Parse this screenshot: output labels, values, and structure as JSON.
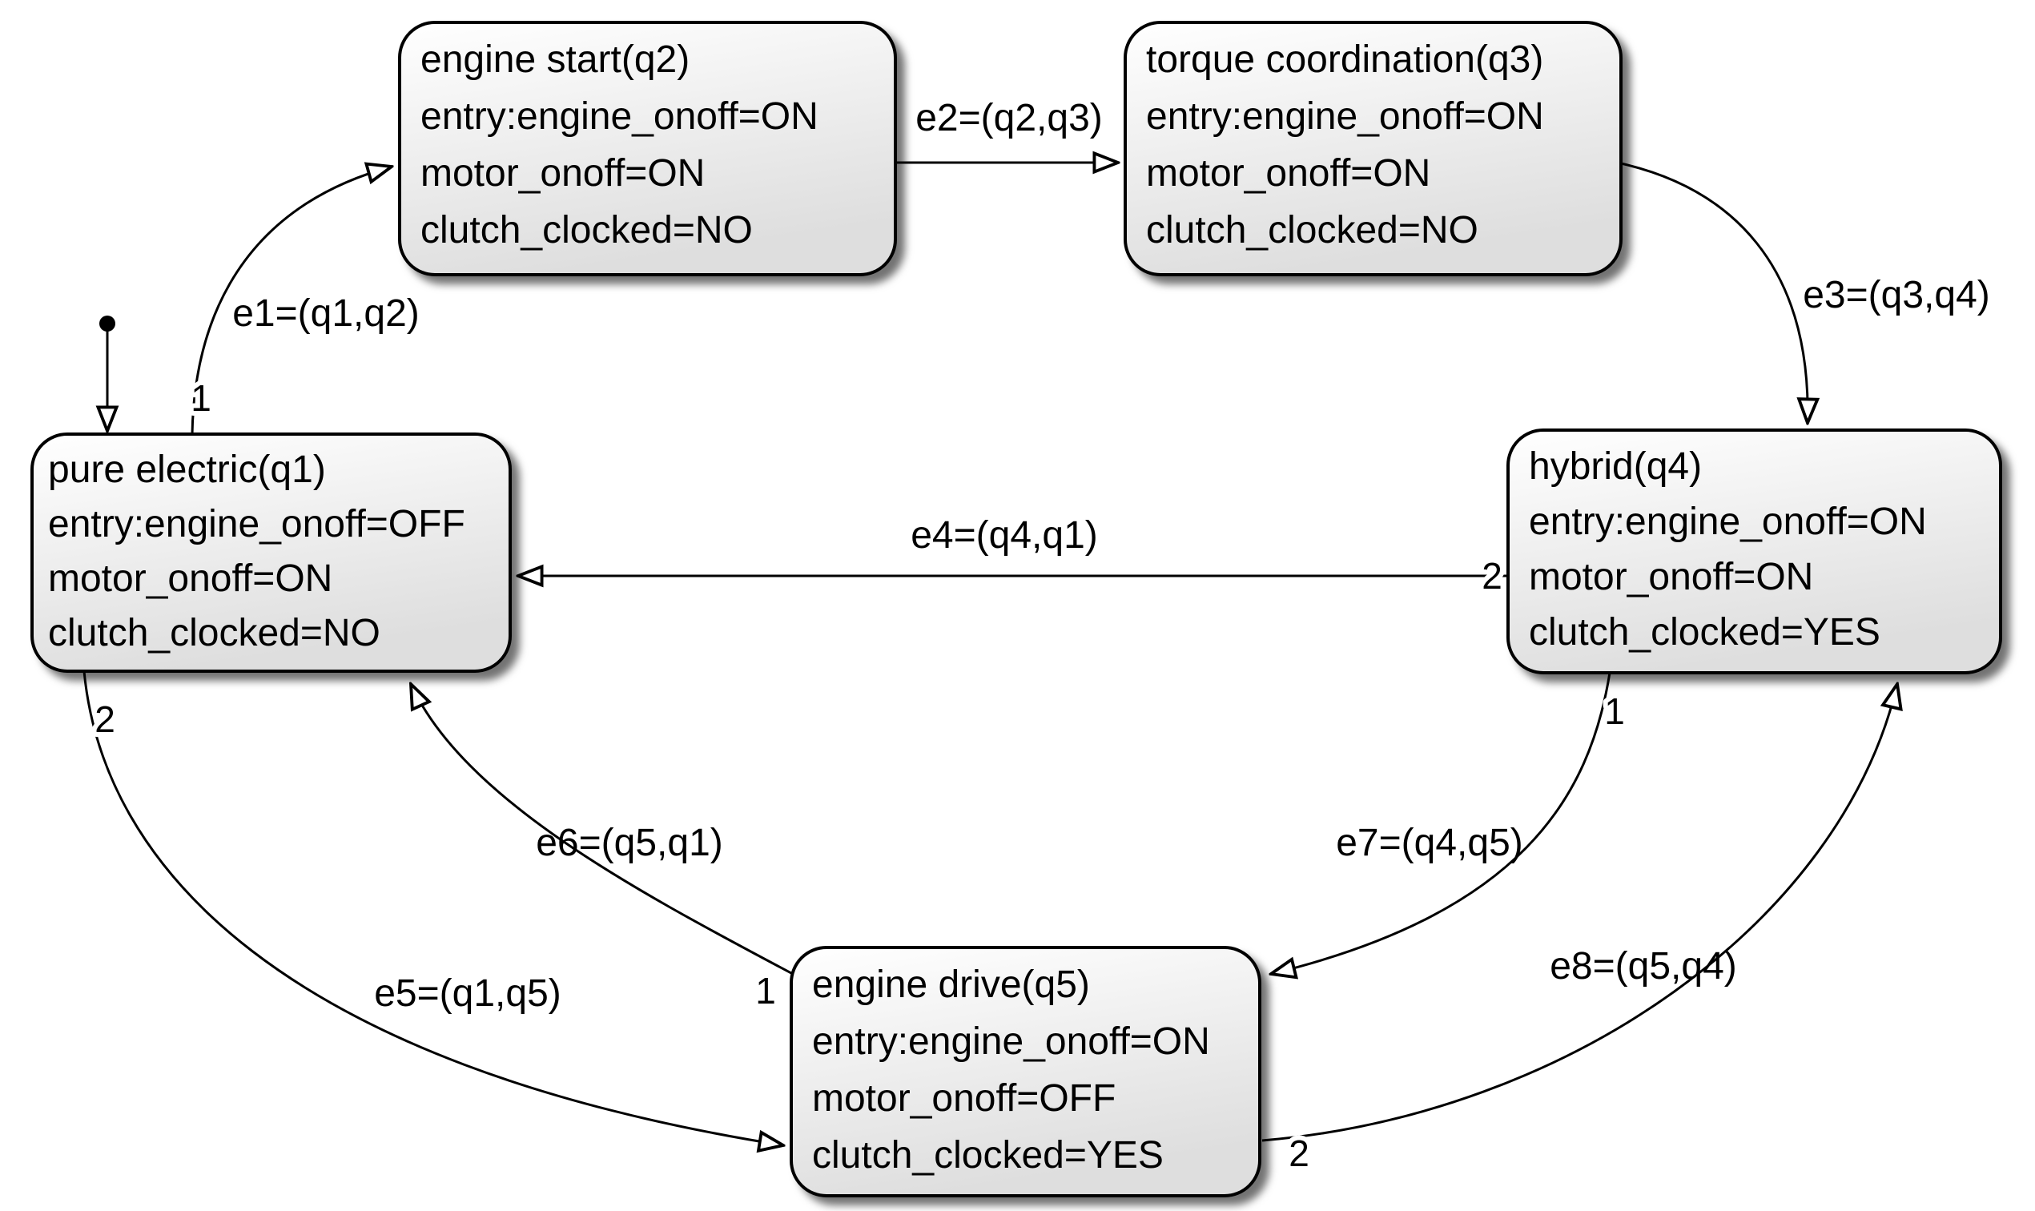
{
  "figure": {
    "states": [
      {
        "id": "q1",
        "lines": [
          "pure electric(q1)",
          "entry:engine_onoff=OFF",
          "motor_onoff=ON",
          "clutch_clocked=NO"
        ]
      },
      {
        "id": "q2",
        "lines": [
          "engine start(q2)",
          "entry:engine_onoff=ON",
          "motor_onoff=ON",
          "clutch_clocked=NO"
        ]
      },
      {
        "id": "q3",
        "lines": [
          "torque coordination(q3)",
          "entry:engine_onoff=ON",
          "motor_onoff=ON",
          "clutch_clocked=NO"
        ]
      },
      {
        "id": "q4",
        "lines": [
          "hybrid(q4)",
          "entry:engine_onoff=ON",
          "motor_onoff=ON",
          "clutch_clocked=YES"
        ]
      },
      {
        "id": "q5",
        "lines": [
          "engine drive(q5)",
          "entry:engine_onoff=ON",
          "motor_onoff=OFF",
          "clutch_clocked=YES"
        ]
      }
    ],
    "transitions": [
      {
        "id": "e1",
        "label": "e1=(q1,q2)",
        "source_port": "1"
      },
      {
        "id": "e2",
        "label": "e2=(q2,q3)"
      },
      {
        "id": "e3",
        "label": "e3=(q3,q4)"
      },
      {
        "id": "e4",
        "label": "e4=(q4,q1)",
        "source_port": "2"
      },
      {
        "id": "e5",
        "label": "e5=(q1,q5)",
        "source_port": "2"
      },
      {
        "id": "e6",
        "label": "e6=(q5,q1)",
        "source_port": "1"
      },
      {
        "id": "e7",
        "label": "e7=(q4,q5)",
        "source_port": "1"
      },
      {
        "id": "e8",
        "label": "e8=(q5,q4)",
        "source_port": "2"
      }
    ],
    "colors": {
      "background": "#ffffff",
      "state_border": "#000000",
      "state_fill_top": "#ffffff",
      "state_fill_bottom": "#dedede",
      "line": "#000000",
      "text": "#000000"
    }
  }
}
